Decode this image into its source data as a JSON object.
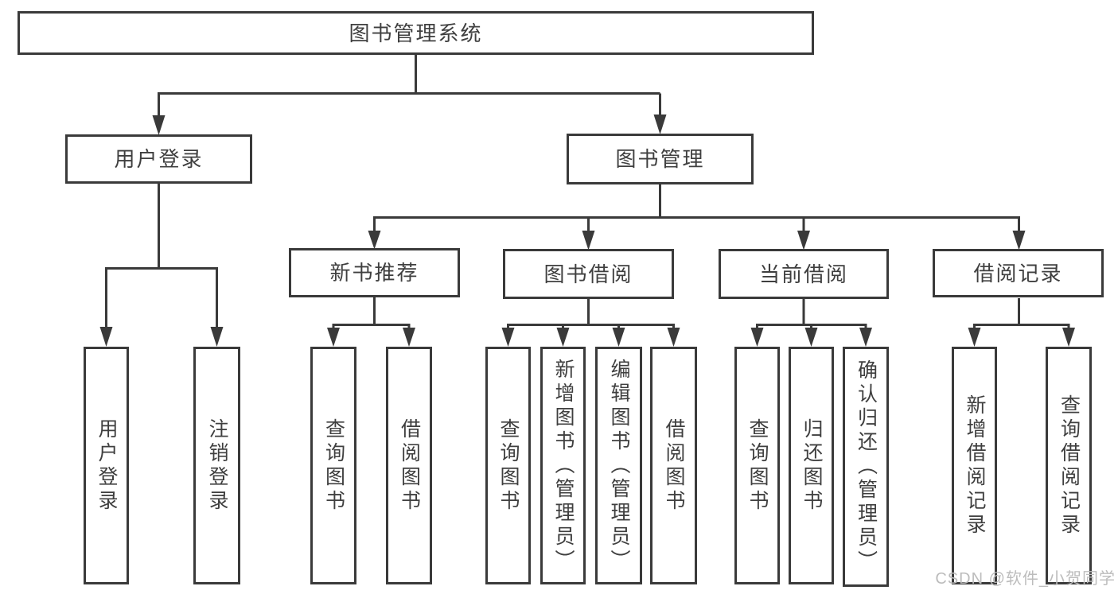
{
  "diagram": {
    "root": {
      "label": "图书管理系统"
    },
    "branches": {
      "user_login": {
        "label": "用户登录",
        "children": [
          "用户登录",
          "注销登录"
        ]
      },
      "book_management": {
        "label": "图书管理",
        "sections": {
          "new_book_recommend": {
            "label": "新书推荐",
            "children": [
              "查询图书",
              "借阅图书"
            ]
          },
          "book_borrowing": {
            "label": "图书借阅",
            "children": [
              "查询图书",
              "新增图书（管理员）",
              "编辑图书（管理员）",
              "借阅图书"
            ]
          },
          "current_borrowing": {
            "label": "当前借阅",
            "children": [
              "查询图书",
              "归还图书",
              "确认归还（管理员）"
            ]
          },
          "borrowing_records": {
            "label": "借阅记录",
            "children": [
              "新增借阅记录",
              "查询借阅记录"
            ]
          }
        }
      }
    }
  },
  "watermark": {
    "text": "CSDN @软件_小贺同学"
  },
  "colors": {
    "line": "#3a3a3a",
    "text": "#3f3f3f",
    "box_background": "#ffffff",
    "watermark": "#bcbcbc",
    "page_background": "#ffffff"
  }
}
